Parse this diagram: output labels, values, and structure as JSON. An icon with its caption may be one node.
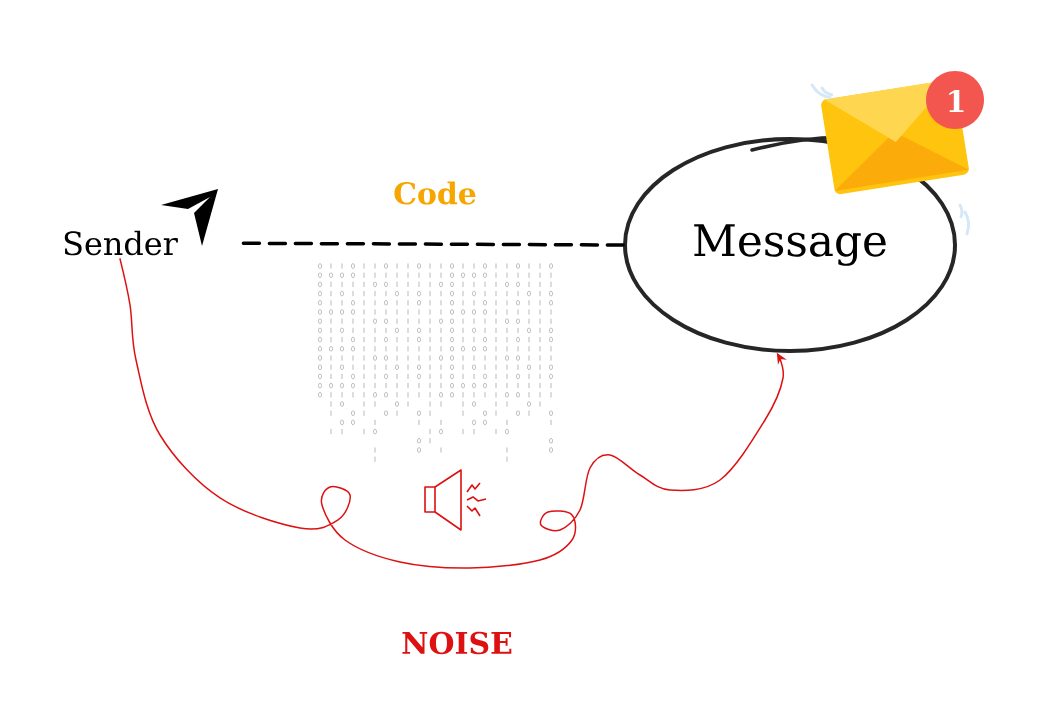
{
  "diagram": {
    "nodes": [
      {
        "text": [
          "Sender"
        ]
      },
      {
        "text": [
          "Message"
        ]
      }
    ],
    "edges": [
      {
        "from": 0,
        "to": 1,
        "arrow": "none",
        "label": "Code",
        "style": "dashed"
      },
      {
        "from": 0,
        "to": 1,
        "arrow": "to",
        "color": "#dd1111"
      }
    ],
    "labels": [
      "1",
      "NOISE"
    ]
  }
}
